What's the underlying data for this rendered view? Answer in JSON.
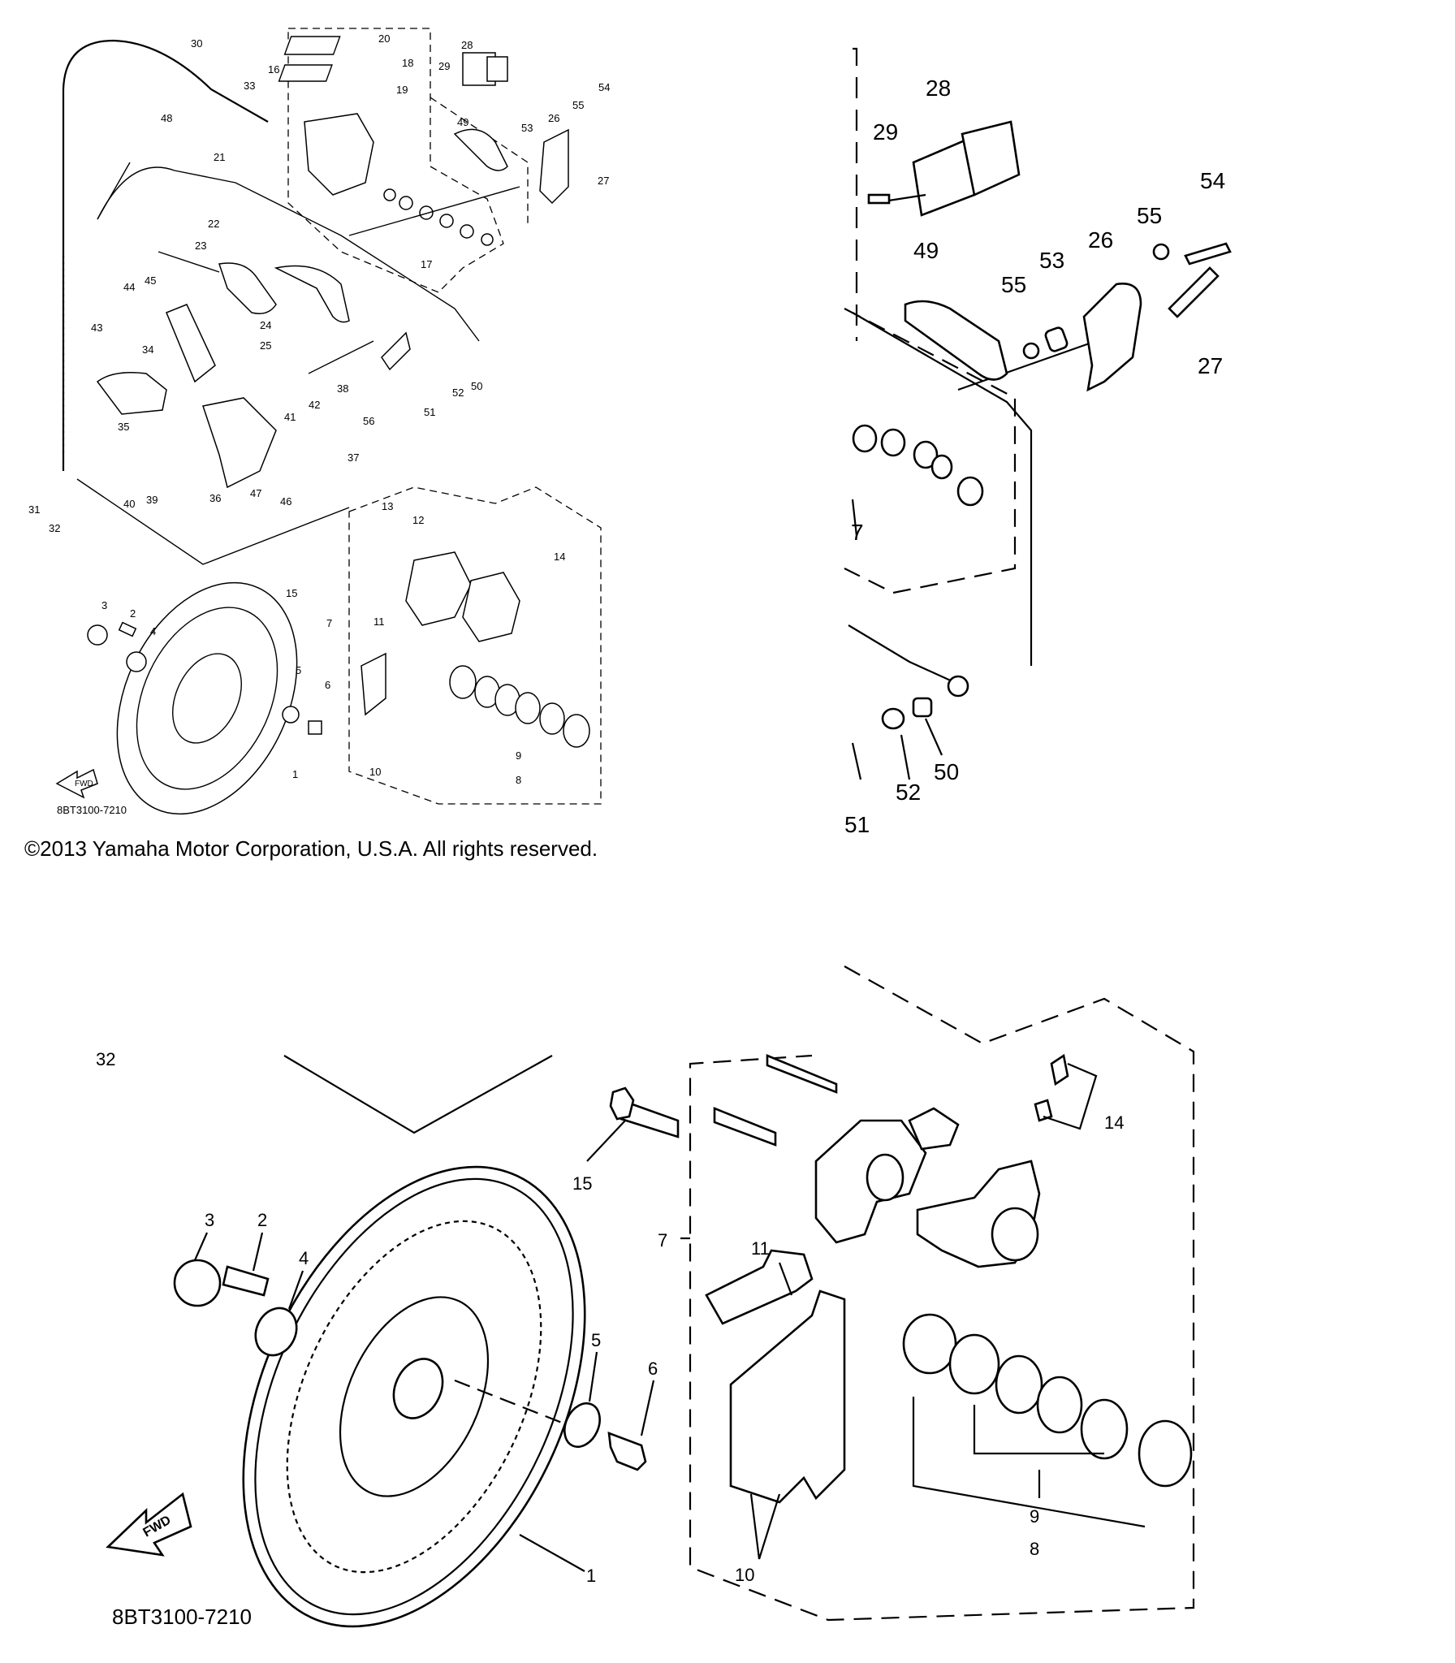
{
  "diagram": {
    "copyright": "©2013 Yamaha Motor Corporation, U.S.A. All rights reserved.",
    "overview_code": "8BT3100-7210",
    "zoom_code": "8BT3100-7210",
    "fwd_label": "FWD",
    "overview_labels": [
      "1",
      "2",
      "3",
      "4",
      "5",
      "6",
      "7",
      "8",
      "9",
      "10",
      "11",
      "12",
      "13",
      "14",
      "15",
      "16",
      "17",
      "18",
      "19",
      "20",
      "21",
      "22",
      "23",
      "24",
      "25",
      "26",
      "27",
      "28",
      "29",
      "30",
      "31",
      "32",
      "33",
      "34",
      "35",
      "36",
      "37",
      "38",
      "39",
      "40",
      "41",
      "42",
      "43",
      "44",
      "45",
      "46",
      "47",
      "48",
      "49",
      "50",
      "51",
      "52",
      "53",
      "54",
      "55",
      "56"
    ],
    "top_right_labels": [
      "28",
      "29",
      "54",
      "55",
      "53",
      "26",
      "49",
      "55",
      "27",
      "7",
      "52",
      "50",
      "51"
    ],
    "bottom_labels": [
      "32",
      "14",
      "15",
      "7",
      "11",
      "3",
      "2",
      "4",
      "5",
      "6",
      "10",
      "9",
      "8",
      "1"
    ]
  }
}
